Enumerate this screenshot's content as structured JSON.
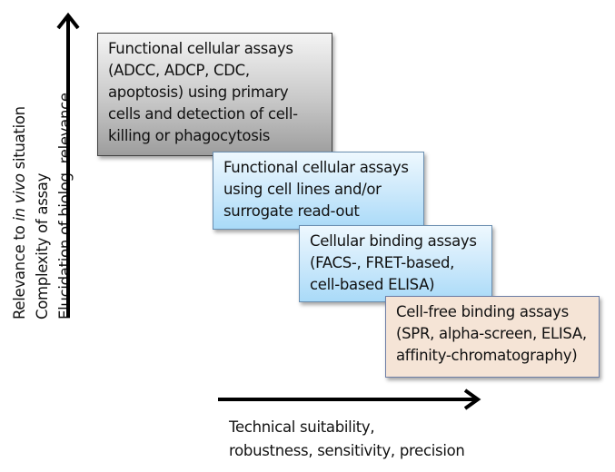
{
  "y_axis": {
    "labels": [
      {
        "prefix": "Relevance to ",
        "italic": "in vivo",
        "suffix": " situation"
      },
      {
        "text": "Complexity of assay"
      },
      {
        "text": "Elucidation of biolog. relevance"
      }
    ]
  },
  "x_axis": {
    "lines": [
      "Technical suitability,",
      "robustness, sensitivity, precision"
    ]
  },
  "boxes": [
    {
      "lines": [
        "Functional cellular assays",
        "(ADCC, ADCP, CDC,",
        "apoptosis) using primary",
        "cells and detection of cell-",
        "killing or phagocytosis"
      ],
      "color": "#c8c8c8"
    },
    {
      "lines": [
        "Functional cellular assays",
        "using cell lines and/or",
        "surrogate read-out"
      ],
      "color": "#cde9fb"
    },
    {
      "lines": [
        "Cellular binding assays",
        "(FACS-, FRET-based,",
        "cell-based ELISA)"
      ],
      "color": "#cde9fb"
    },
    {
      "lines": [
        "Cell-free binding assays",
        "(SPR, alpha-screen, ELISA,",
        "affinity-chromatography)"
      ],
      "color": "#f5e4d6"
    }
  ]
}
